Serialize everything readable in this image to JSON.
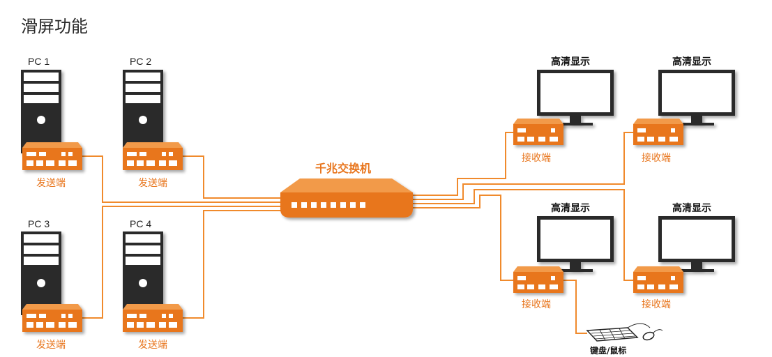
{
  "title": "滑屏功能",
  "pcs": [
    "PC 1",
    "PC 2",
    "PC 3",
    "PC 4"
  ],
  "sender_label": "发送端",
  "switch_label": "千兆交换机",
  "display_label": "高清显示",
  "receiver_label": "接收端",
  "peripherals_label": "键盘/鼠标",
  "colors": {
    "accent": "#e8761e",
    "dark": "#2b2b2b",
    "line": "#f08a2c"
  }
}
